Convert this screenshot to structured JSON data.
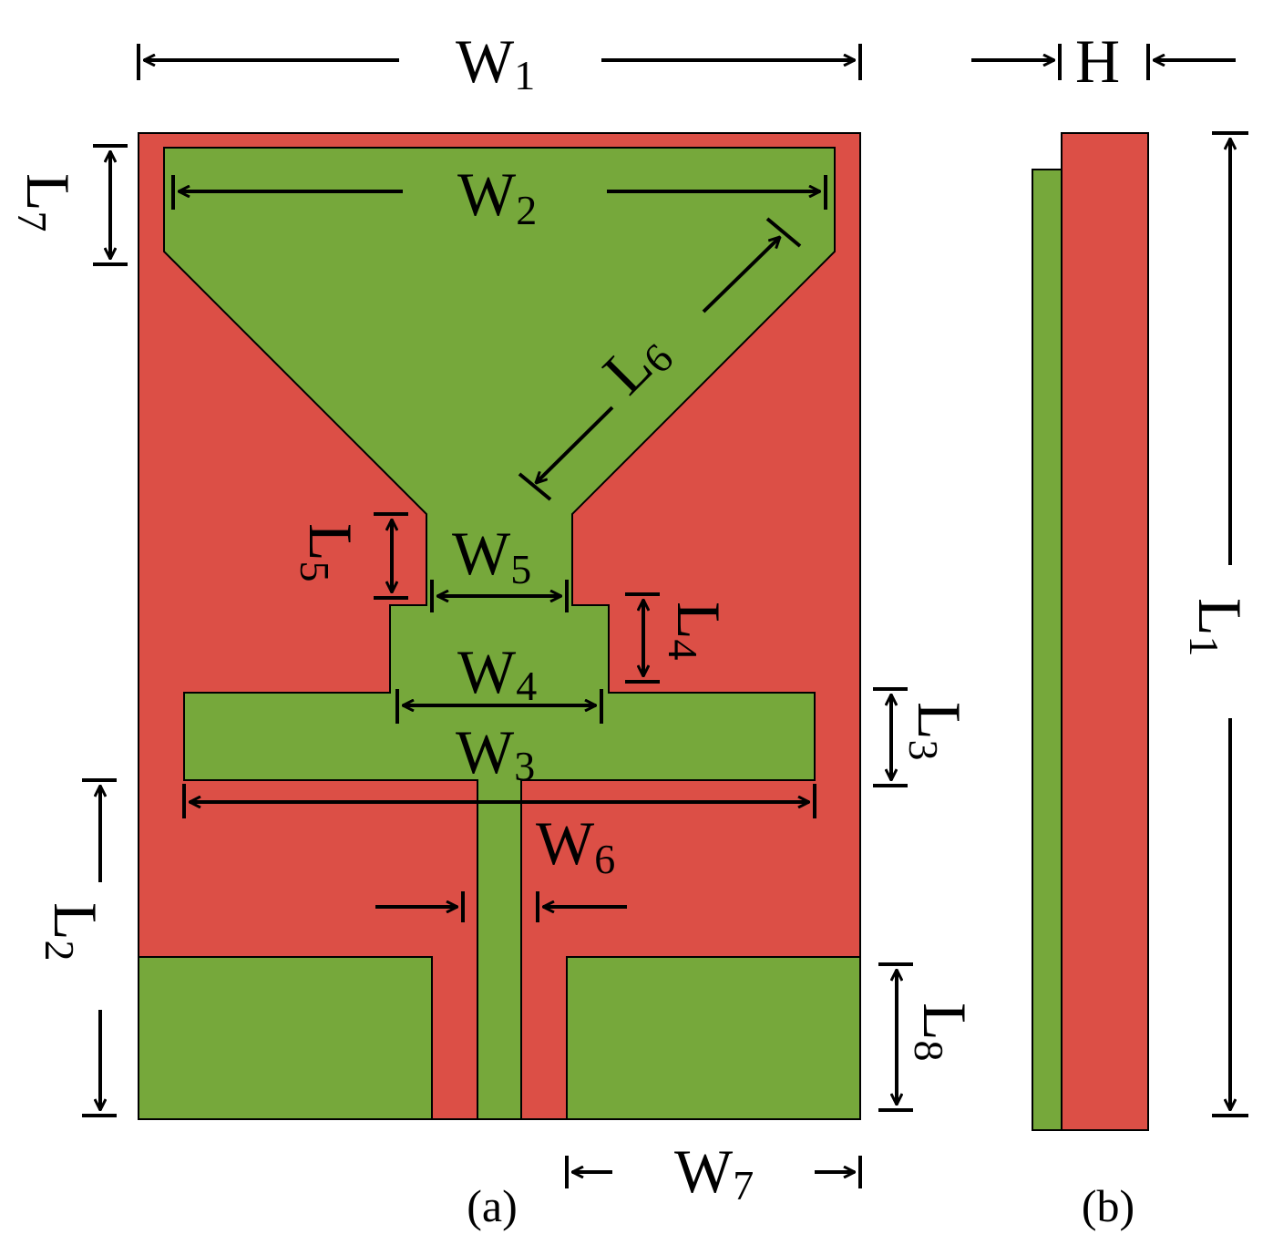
{
  "colors": {
    "substrate": "#dc4f46",
    "metal": "#76a83b",
    "outline": "#000000"
  },
  "labels": {
    "W1": {
      "main": "W",
      "sub": "1"
    },
    "W2": {
      "main": "W",
      "sub": "2"
    },
    "W3": {
      "main": "W",
      "sub": "3"
    },
    "W4": {
      "main": "W",
      "sub": "4"
    },
    "W5": {
      "main": "W",
      "sub": "5"
    },
    "W6": {
      "main": "W",
      "sub": "6"
    },
    "W7": {
      "main": "W",
      "sub": "7"
    },
    "L1": {
      "main": "L",
      "sub": "1"
    },
    "L2": {
      "main": "L",
      "sub": "2"
    },
    "L3": {
      "main": "L",
      "sub": "3"
    },
    "L4": {
      "main": "L",
      "sub": "4"
    },
    "L5": {
      "main": "L",
      "sub": "5"
    },
    "L6": {
      "main": "L",
      "sub": "6"
    },
    "L7": {
      "main": "L",
      "sub": "7"
    },
    "L8": {
      "main": "L",
      "sub": "8"
    },
    "H": "H"
  },
  "captions": {
    "a": "(a)",
    "b": "(b)"
  }
}
